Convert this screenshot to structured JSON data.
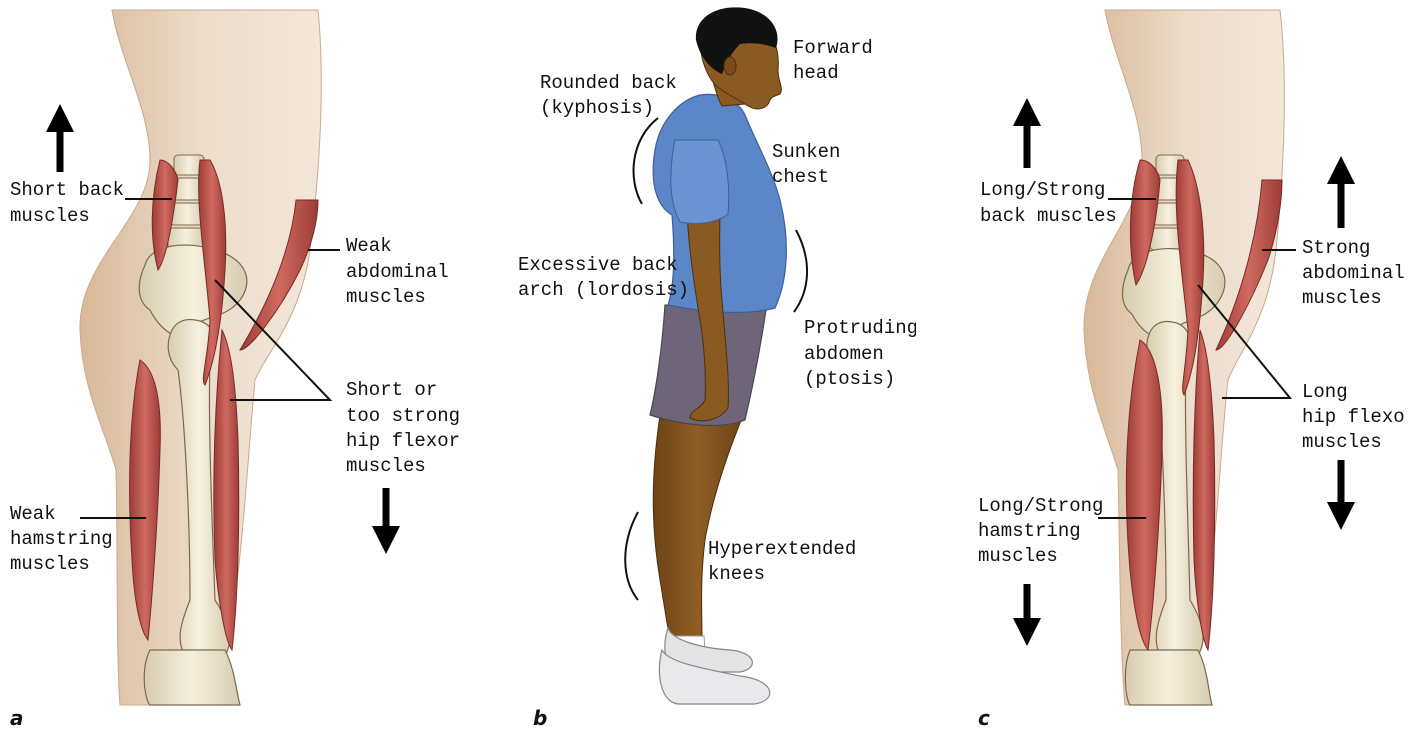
{
  "panels": {
    "a": {
      "letter": "a",
      "labels": {
        "short_back_1": "Short back",
        "short_back_2": "muscles",
        "weak_abd_1": "Weak",
        "weak_abd_2": "abdominal",
        "weak_abd_3": "muscles",
        "hipflex_1": "Short or",
        "hipflex_2": "too strong",
        "hipflex_3": "hip flexor",
        "hipflex_4": "muscles",
        "ham_1": "Weak",
        "ham_2": "hamstring",
        "ham_3": "muscles"
      }
    },
    "b": {
      "letter": "b",
      "labels": {
        "forward_1": "Forward",
        "forward_2": "head",
        "rounded_1": "Rounded back",
        "rounded_2": "(kyphosis)",
        "sunken_1": "Sunken",
        "sunken_2": "chest",
        "lordosis_1": "Excessive back",
        "lordosis_2": "arch (lordosis)",
        "abdomen_1": "Protruding",
        "abdomen_2": "abdomen",
        "abdomen_3": "(ptosis)",
        "knees_1": "Hyperextended",
        "knees_2": "knees"
      }
    },
    "c": {
      "letter": "c",
      "labels": {
        "back_1": "Long/Strong",
        "back_2": "back muscles",
        "abd_1": "Strong",
        "abd_2": "abdominal",
        "abd_3": "muscles",
        "hipflex_1": "Long",
        "hipflex_2": "hip flexor",
        "hipflex_3": "muscles",
        "ham_1": "Long/Strong",
        "ham_2": "hamstring",
        "ham_3": "muscles"
      }
    }
  },
  "colors": {
    "skin_light": "#ecdccb",
    "skin_dark": "#d9b898",
    "muscle": "#c0574f",
    "muscle_dark": "#9d3c36",
    "bone": "#efe8d2",
    "bone_shadow": "#d6ccb0",
    "person_skin": "#8a5a22",
    "shirt": "#5b86c8",
    "shorts": "#6e6678",
    "hair": "#111111",
    "shoe": "#e4e4e6"
  }
}
